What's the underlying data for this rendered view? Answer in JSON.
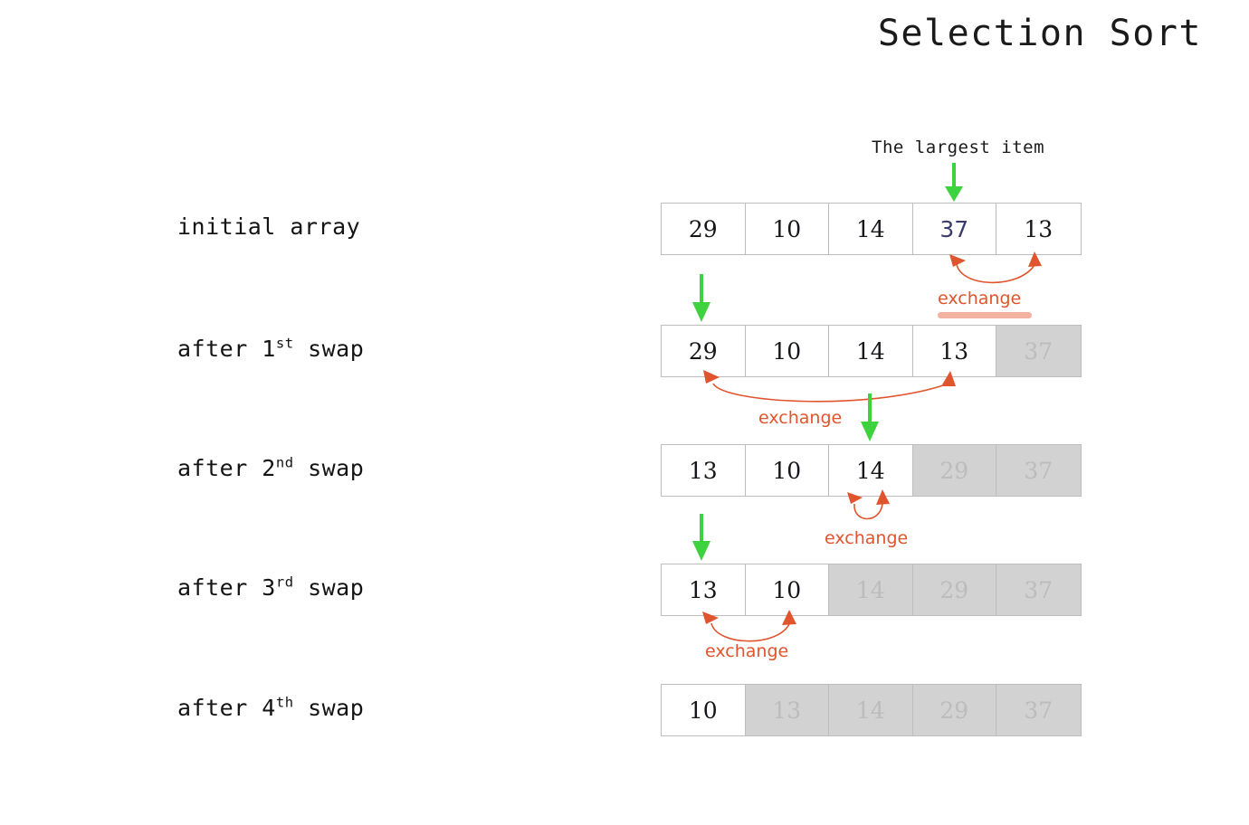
{
  "title": "Selection Sort",
  "callout": {
    "label": "The largest item",
    "arrow_color": "#3ed23e"
  },
  "colors": {
    "accent_green": "#3ed23e",
    "accent_orange": "#e0542e",
    "highlight_blue": "#3b3b6b",
    "sorted_bg": "#d2d2d2",
    "sorted_text": "#bcbcbc",
    "cell_border": "#bdbdbd",
    "squiggle": "#f3b1a0"
  },
  "exchange_label": "exchange",
  "rows": [
    {
      "label_text": "initial array",
      "label_prefix": "initial array",
      "label_ordinal": "",
      "label_suffix": "",
      "cells": [
        {
          "value": "29",
          "state": "active"
        },
        {
          "value": "10",
          "state": "active"
        },
        {
          "value": "14",
          "state": "active"
        },
        {
          "value": "37",
          "state": "highlight"
        },
        {
          "value": "13",
          "state": "active"
        }
      ]
    },
    {
      "label_text": "after 1st swap",
      "label_prefix": "after 1",
      "label_ordinal": "st",
      "label_suffix": " swap",
      "cells": [
        {
          "value": "29",
          "state": "active"
        },
        {
          "value": "10",
          "state": "active"
        },
        {
          "value": "14",
          "state": "active"
        },
        {
          "value": "13",
          "state": "active"
        },
        {
          "value": "37",
          "state": "sorted"
        }
      ]
    },
    {
      "label_text": "after 2nd swap",
      "label_prefix": "after 2",
      "label_ordinal": "nd",
      "label_suffix": " swap",
      "cells": [
        {
          "value": "13",
          "state": "active"
        },
        {
          "value": "10",
          "state": "active"
        },
        {
          "value": "14",
          "state": "active"
        },
        {
          "value": "29",
          "state": "sorted"
        },
        {
          "value": "37",
          "state": "sorted"
        }
      ]
    },
    {
      "label_text": "after 3rd swap",
      "label_prefix": "after 3",
      "label_ordinal": "rd",
      "label_suffix": " swap",
      "cells": [
        {
          "value": "13",
          "state": "active"
        },
        {
          "value": "10",
          "state": "active"
        },
        {
          "value": "14",
          "state": "sorted"
        },
        {
          "value": "29",
          "state": "sorted"
        },
        {
          "value": "37",
          "state": "sorted"
        }
      ]
    },
    {
      "label_text": "after 4th swap",
      "label_prefix": "after 4",
      "label_ordinal": "th",
      "label_suffix": " swap",
      "cells": [
        {
          "value": "10",
          "state": "active"
        },
        {
          "value": "13",
          "state": "sorted"
        },
        {
          "value": "14",
          "state": "sorted"
        },
        {
          "value": "29",
          "state": "sorted"
        },
        {
          "value": "37",
          "state": "sorted"
        }
      ]
    }
  ],
  "exchanges": [
    {
      "label": "exchange",
      "from_index": 4,
      "to_index": 5,
      "after_row": 1
    },
    {
      "label": "exchange",
      "from_index": 1,
      "to_index": 4,
      "after_row": 2
    },
    {
      "label": "exchange",
      "from_index": 3,
      "to_index": 3,
      "after_row": 3
    },
    {
      "label": "exchange",
      "from_index": 1,
      "to_index": 2,
      "after_row": 4
    }
  ],
  "selection_arrows": [
    {
      "row": 1,
      "cell_index": 4
    },
    {
      "row": 2,
      "cell_index": 1
    },
    {
      "row": 3,
      "cell_index": 3
    },
    {
      "row": 4,
      "cell_index": 1
    }
  ]
}
